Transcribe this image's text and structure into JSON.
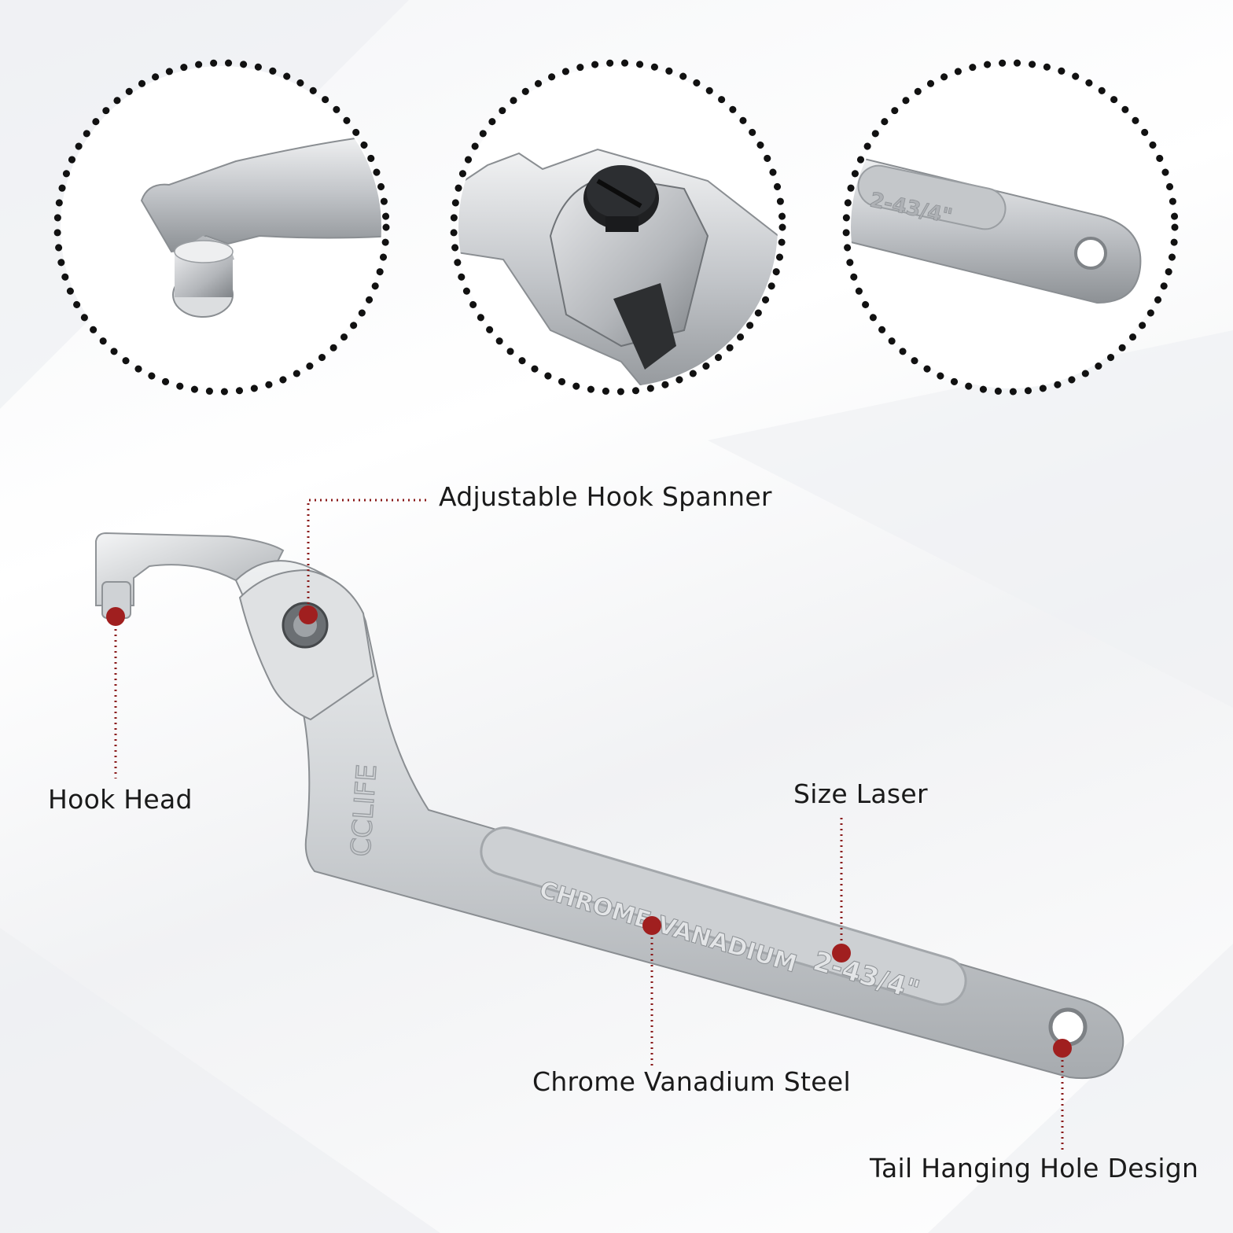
{
  "callouts": {
    "adjustable_hook_spanner": "Adjustable Hook Spanner",
    "hook_head": "Hook Head",
    "size_laser": "Size Laser",
    "chrome_vanadium_steel": "Chrome Vanadium Steel",
    "tail_hanging_hole_design": "Tail Hanging Hole Design"
  },
  "engravings": {
    "brand": "CCLIFE",
    "material": "CHROME VANADIUM",
    "size": "2-43/4\""
  },
  "colors": {
    "marker": "#a01f1f",
    "leader_line": "#8a1a1a",
    "ring_dots": "#111111",
    "steel": "#c9cbce"
  }
}
